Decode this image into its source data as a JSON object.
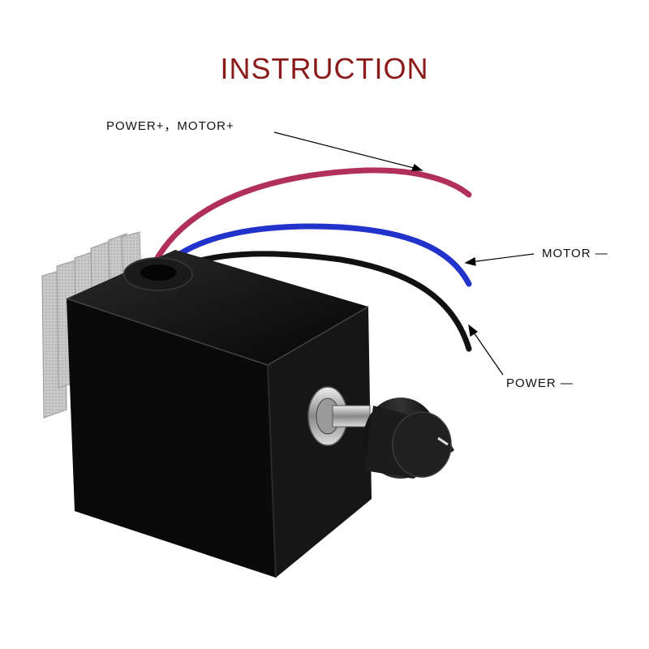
{
  "title": "INSTRUCTION",
  "labels": {
    "power_motor_pos": "POWER+，MOTOR+",
    "motor_neg": "MOTOR —",
    "power_neg": "POWER —"
  },
  "colors": {
    "title": "#8b1a1a",
    "wire_red": "#b0305a",
    "wire_blue": "#2233cc",
    "wire_black": "#111111",
    "case": "#0a0a0a",
    "heatsink": "#c8c8c8"
  }
}
